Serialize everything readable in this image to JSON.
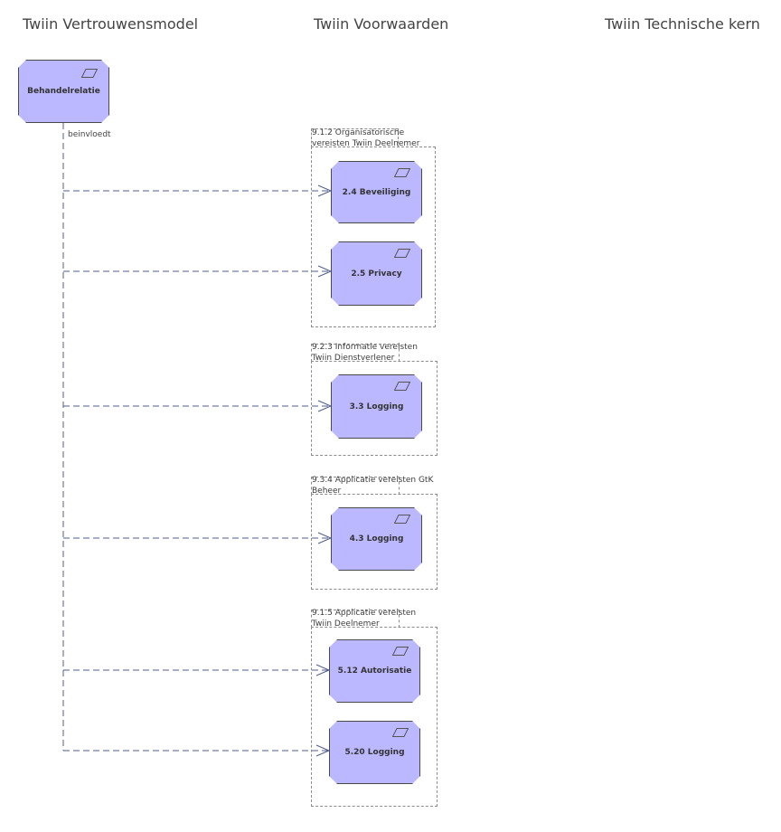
{
  "lanes": {
    "left": "Twiin Vertrouwensmodel",
    "middle": "Twiin Voorwaarden",
    "right": "Twiin Technische kern"
  },
  "source": {
    "label": "Behandelrelatie",
    "icon": "requirement-icon"
  },
  "relation_label": "beinvloedt",
  "groups": [
    {
      "label": "9.1.2 Organisatorische vereisten Twiin Deelnemer",
      "nodes": [
        "2.4 Beveiliging",
        "2.5 Privacy"
      ]
    },
    {
      "label": "9.2.3 Informatie vereisten Twiin Dienstverlener",
      "nodes": [
        "3.3 Logging"
      ]
    },
    {
      "label": "9.3.4 Applicatie vereisten GtK Beheer",
      "nodes": [
        "4.3 Logging"
      ]
    },
    {
      "label": "9.1.5 Applicatie vereisten Twiin Deelnemer",
      "nodes": [
        "5.12 Autorisatie",
        "5.20 Logging"
      ]
    }
  ],
  "colors": {
    "node_fill": "#bcb8ff",
    "node_border": "#4a4a4a",
    "connector": "#4f5d8c",
    "group_border": "#8c8c8c"
  }
}
